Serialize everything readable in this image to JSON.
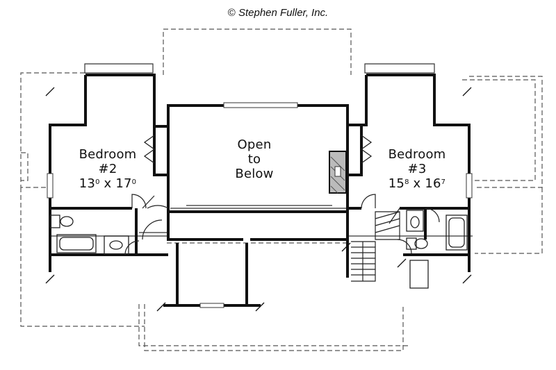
{
  "credit": {
    "symbol": "©",
    "text": "Stephen Fuller, Inc."
  },
  "rooms": [
    {
      "id": "bedroom-2",
      "name": "Bedroom",
      "number": "#2",
      "dim_a": "13",
      "dim_a_sup": "0",
      "sep": " x ",
      "dim_b": "17",
      "dim_b_sup": "0"
    },
    {
      "id": "bedroom-3",
      "name": "Bedroom",
      "number": "#3",
      "dim_a": "15",
      "dim_a_sup": "8",
      "sep": " x ",
      "dim_b": "16",
      "dim_b_sup": "7"
    }
  ],
  "open_area": {
    "line1": "Open",
    "line2": "to",
    "line3": "Below"
  }
}
